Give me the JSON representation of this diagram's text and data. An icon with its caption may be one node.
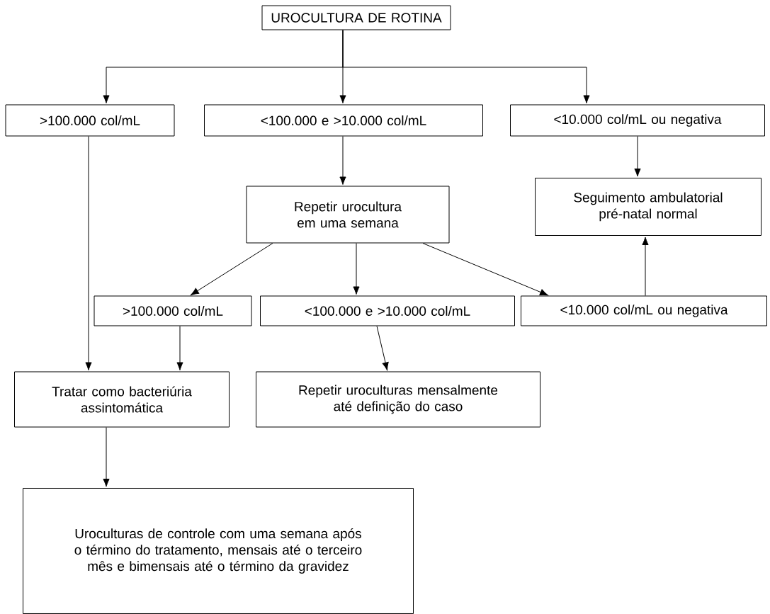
{
  "diagram": {
    "nodes": [
      {
        "text": [
          "UROCULTURA DE ROTINA"
        ]
      },
      {
        "text": [
          ">100.000 col/mL"
        ]
      },
      {
        "text": [
          "<100.000 e >10.000 col/mL"
        ]
      },
      {
        "text": [
          "<10.000 col/mL ou negativa"
        ]
      },
      {
        "text": [
          "Repetir urocultura em uma semana"
        ]
      },
      {
        "text": [
          "Seguimento ambulatorial pré-natal normal"
        ]
      },
      {
        "text": [
          ">100.000 col/mL"
        ]
      },
      {
        "text": [
          "<100.000 e >10.000 col/mL"
        ]
      },
      {
        "text": [
          "<10.000 col/mL ou negativa"
        ]
      },
      {
        "text": [
          "Tratar como bacteriúria assintomática"
        ]
      },
      {
        "text": [
          "Repetir uroculturas mensalmente até definição do caso"
        ]
      },
      {
        "text": [
          "Uroculturas de controle com uma semana após o término do tratamento, mensais até o terceiro mês e bimensais até o término da gravidez"
        ]
      }
    ],
    "edges": [
      {
        "from": 0,
        "to": 1,
        "arrow": "to"
      },
      {
        "from": 0,
        "to": 2,
        "arrow": "to"
      },
      {
        "from": 0,
        "to": 3,
        "arrow": "to"
      },
      {
        "from": 1,
        "to": 9,
        "arrow": "to"
      },
      {
        "from": 2,
        "to": 4,
        "arrow": "to"
      },
      {
        "from": 3,
        "to": 5,
        "arrow": "to"
      },
      {
        "from": 4,
        "to": 6,
        "arrow": "to"
      },
      {
        "from": 4,
        "to": 7,
        "arrow": "to"
      },
      {
        "from": 4,
        "to": 8,
        "arrow": "to"
      },
      {
        "from": 6,
        "to": 9,
        "arrow": "to"
      },
      {
        "from": 7,
        "to": 10,
        "arrow": "to"
      },
      {
        "from": 8,
        "to": 5,
        "arrow": "to"
      },
      {
        "from": 9,
        "to": 11,
        "arrow": "to"
      }
    ]
  }
}
